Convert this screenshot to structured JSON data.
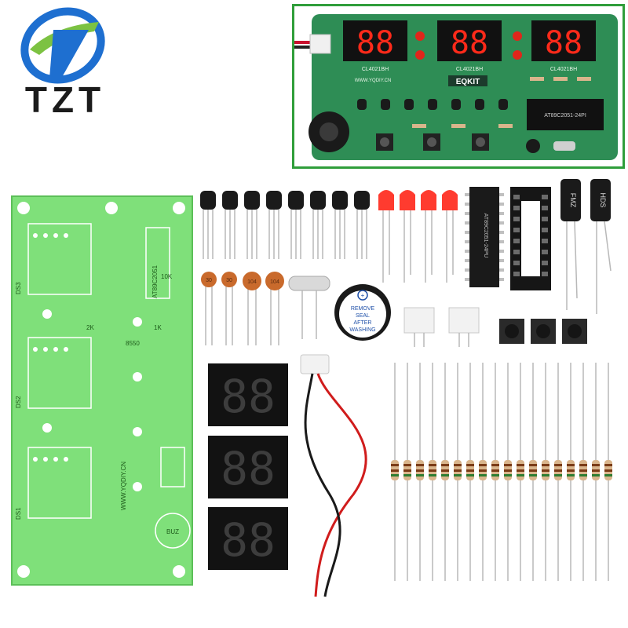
{
  "brand": {
    "name": "TZT",
    "colors": {
      "blue": "#1e6fd0",
      "green": "#7cc242",
      "text": "#1b1b1b"
    }
  },
  "assembled_board": {
    "frame_color": "#2f9e3a",
    "brand_label": "EQKIT",
    "chip_label": "AT89C2051-24PI",
    "display_labels": [
      "CL4021BH",
      "CL4021BH",
      "CL4021BH"
    ],
    "digit_text": [
      "88",
      "88",
      "88"
    ],
    "url_label": "WWW.YQDIY.CN"
  },
  "pcb": {
    "chip_label": "AT89C2051",
    "url_label": "WWW.YQDIY.CN",
    "display_labels": [
      "DS3",
      "DS2",
      "DS1"
    ],
    "transistor_type": "8550",
    "resistor_labels": [
      "1K",
      "2K",
      "10K"
    ],
    "buzzer_label": "BUZ"
  },
  "components": {
    "capacitor_labels": [
      "30",
      "30",
      "104",
      "104"
    ],
    "electrolytic_labels": [
      "FMZ",
      "HDS"
    ],
    "buzzer_seal_text": [
      "REMOVE",
      "SEAL",
      "AFTER",
      "WASHING"
    ],
    "chip_label": "AT89C2051-24PU",
    "digit_text": "88"
  }
}
